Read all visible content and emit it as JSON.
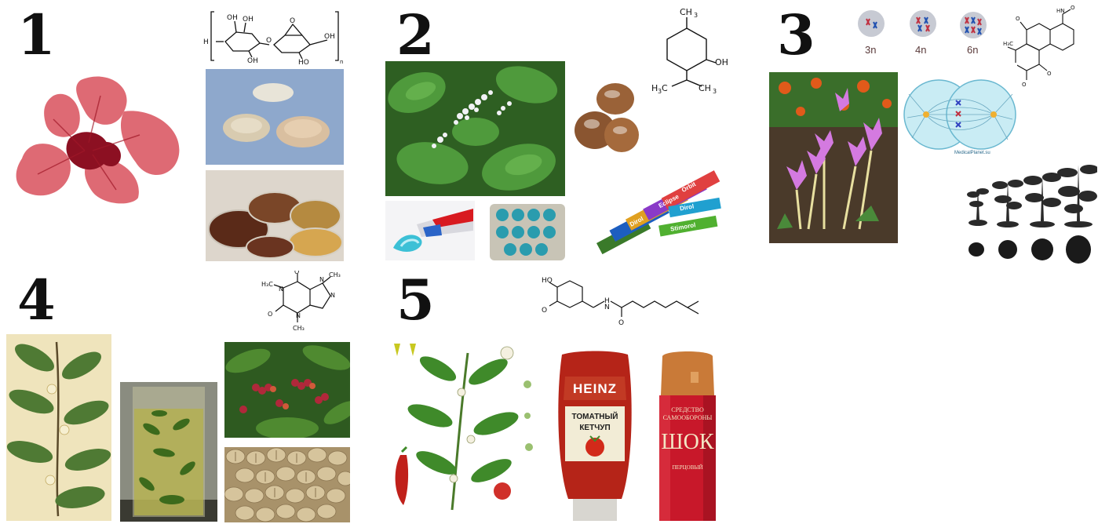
{
  "groups": [
    {
      "number": "1",
      "theme": "agar"
    },
    {
      "number": "2",
      "theme": "menthol"
    },
    {
      "number": "3",
      "theme": "colchicine"
    },
    {
      "number": "4",
      "theme": "caffeine"
    },
    {
      "number": "5",
      "theme": "capsaicin"
    }
  ],
  "ploidy": {
    "labels": [
      "3n",
      "4n",
      "6n"
    ]
  },
  "heinz": {
    "brand": "HEINZ",
    "line1": "ТОМАТНЫЙ",
    "line2": "КЕТЧУП"
  },
  "spray": {
    "top1": "СРЕДСТВО",
    "top2": "САМООБОРОНЫ",
    "name": "ШОК",
    "sub": "ПЕРЦОВЫЙ"
  },
  "cell": {
    "watermark": "MedicalPlanet.su"
  },
  "gum": {
    "brands": [
      "Dirol",
      "Eclipse",
      "Orbit",
      "Dirol",
      "Stimorol"
    ]
  },
  "colors": {
    "seaweed": "#c8303c",
    "mint": "#3f8a3a",
    "crocus": "#c46ad8",
    "coffee_cherry": "#b0283a",
    "pepper": "#c0201a",
    "ketchup": "#b52418",
    "spray_can": "#c8182a"
  }
}
